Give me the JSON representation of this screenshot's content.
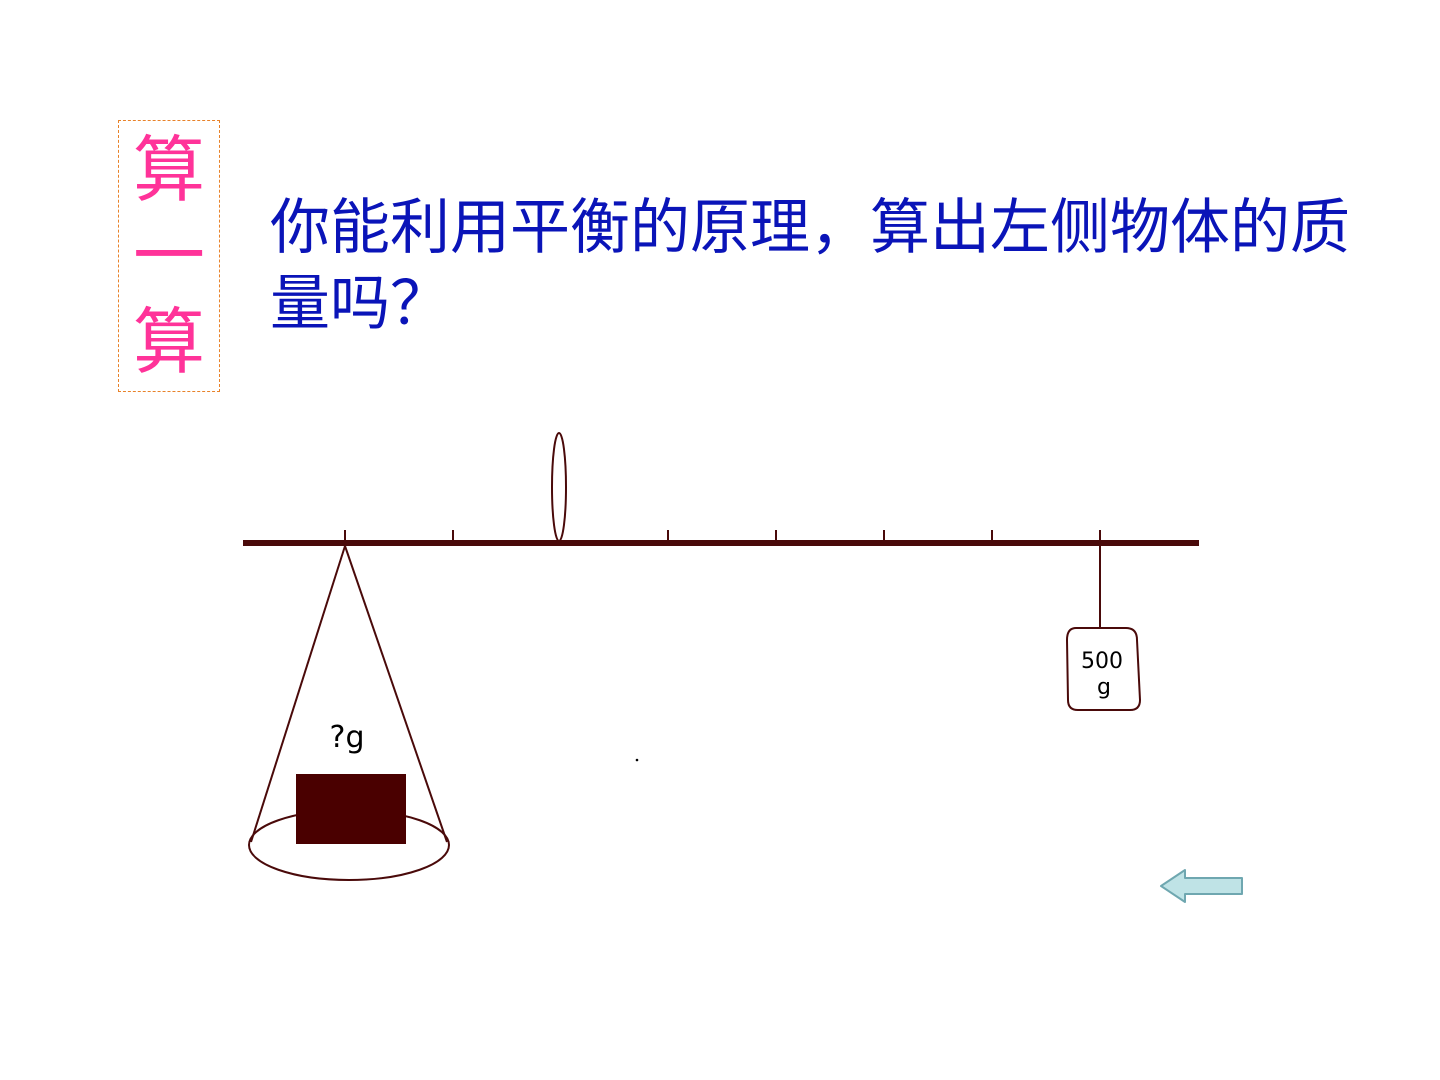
{
  "side_title": {
    "chars": [
      "算",
      "一",
      "算"
    ]
  },
  "question": {
    "text": "你能利用平衡的原理，算出左侧物体的质量吗？"
  },
  "diagram": {
    "unknown_label": "?g",
    "weight_label_line1": "500",
    "weight_label_line2": "g"
  },
  "colors": {
    "beam": "#4a0a0a",
    "title_pink": "#ff3399",
    "title_border": "#e8822a",
    "question_blue": "#0a14b8",
    "arrow_fill": "#bfe3e6",
    "arrow_stroke": "#6fa7b0"
  },
  "icons": {
    "back": "left-arrow-icon"
  }
}
